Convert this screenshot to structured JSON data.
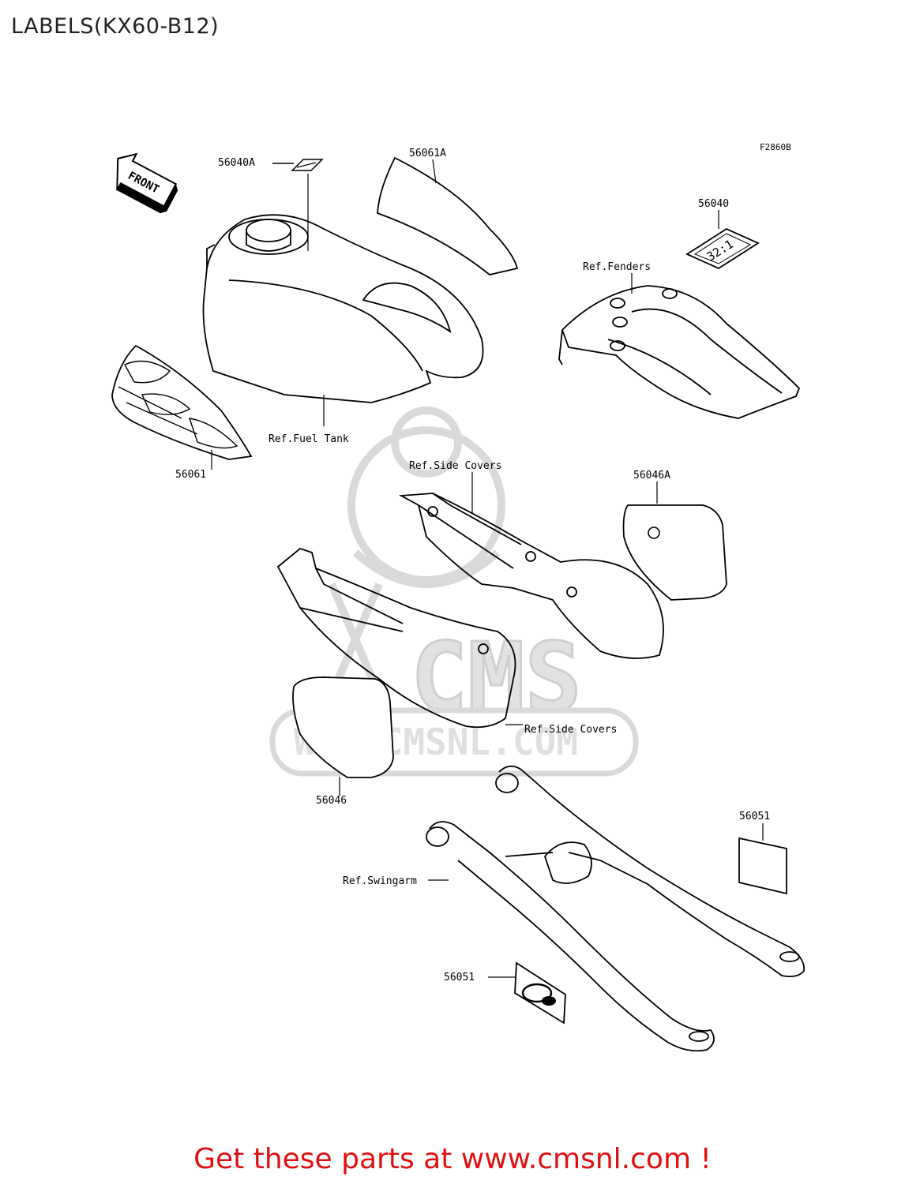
{
  "page": {
    "title": "LABELS(KX60-B12)",
    "footer": "Get these parts at www.cmsnl.com !"
  },
  "diagram": {
    "figure_code": "F2860B",
    "front_label": "FRONT",
    "watermark": {
      "text": "CMS",
      "url": "WWW.CMSNL.COM"
    },
    "decal_text": "32:1",
    "parts": [
      {
        "id": "56040A",
        "label": "56040A"
      },
      {
        "id": "56061A",
        "label": "56061A"
      },
      {
        "id": "56040",
        "label": "56040"
      },
      {
        "id": "56061",
        "label": "56061"
      },
      {
        "id": "56046A",
        "label": "56046A"
      },
      {
        "id": "56046",
        "label": "56046"
      },
      {
        "id": "56051-upper",
        "label": "56051"
      },
      {
        "id": "56051-lower",
        "label": "56051"
      }
    ],
    "references": [
      {
        "id": "fenders",
        "label": "Ref.Fenders"
      },
      {
        "id": "fuel-tank",
        "label": "Ref.Fuel Tank"
      },
      {
        "id": "side-covers-upper",
        "label": "Ref.Side Covers"
      },
      {
        "id": "side-covers-lower",
        "label": "Ref.Side Covers"
      },
      {
        "id": "swingarm",
        "label": "Ref.Swingarm"
      }
    ]
  }
}
